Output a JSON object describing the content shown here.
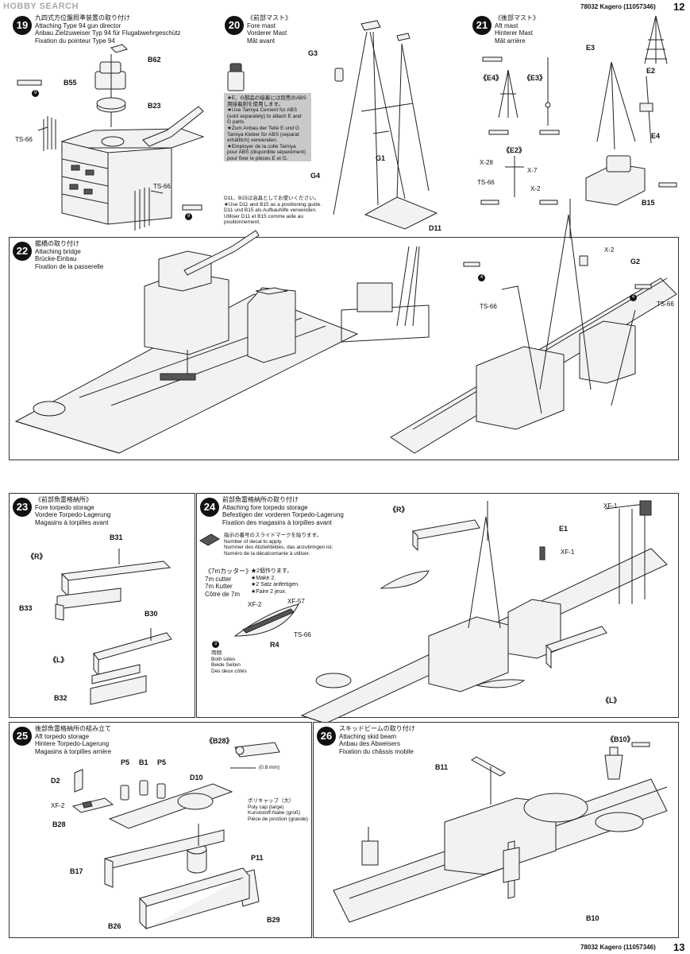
{
  "header": {
    "watermark": "HOBBY SEARCH",
    "model_top": "78032 Kagero (11057346)",
    "page_top": "12",
    "model_bottom": "78032 Kagero (11057346)",
    "page_bottom": "13"
  },
  "step19": {
    "num": "19",
    "title": "九四式方位盤照準装置の取り付け\nAttaching Type 94 gun director\nAnbau Zielzuweiser Typ 94 für Flugabwehrgeschütz\nFixation du pointeur Type 94",
    "parts": [
      "B62",
      "B55",
      "B23",
      "TS-66",
      "TS-66"
    ],
    "circ": "9"
  },
  "step20": {
    "num": "20",
    "title": "《前部マスト》\nFore mast\nVorderer Mast\nMât avant",
    "parts": [
      "G3",
      "G4",
      "G1",
      "D11"
    ],
    "note1": "★E、G部品の接着には別売のABS\n用接着剤を使用します。\n★Use Tamiya Cement for ABS\n(sold separately) to attach E and\nG parts.\n★Zum Anbau der Teile E und G\nTamiya Kleber für ABS (separat\nerhältlich) verwenden.\n★Employer de la colle Tamiya\npour ABS (disponible séparément)\npour fixer le pièces E et G.",
    "note2": "D11、B15は治具としてお使いください。\n★Use D11 and B15 as a positioning guide.\nD11 und B15 als Aufbauhilfe verwenden.\nUtiliser D11 et B15 comme aide au\npositionnement."
  },
  "step21": {
    "num": "21",
    "title": "《後部マスト》\nAft mast\nHinterer Mast\nMât arrière",
    "parts": [
      "E3",
      "E2",
      "E4",
      "B15",
      "《E4》",
      "《E3》",
      "《E2》",
      "X-28",
      "X-7",
      "TS-66",
      "X-2"
    ]
  },
  "step22": {
    "num": "22",
    "title": "艦橋の取り付け\nAttaching bridge\nBrücke-Einbau\nFixation de la passerelle",
    "parts": [
      "X-2",
      "G2",
      "TS-66",
      "TS-66"
    ],
    "circ": [
      "4",
      "4"
    ]
  },
  "step23": {
    "num": "23",
    "title": "《前部魚雷格納所》\nFore torpedo storage\nVordere Torpedo-Lagerung\nMagasins à torpilles avant",
    "parts": [
      "《R》",
      "B31",
      "B33",
      "B30",
      "《L》",
      "B32"
    ]
  },
  "step24": {
    "num": "24",
    "title": "前部魚雷格納所の取り付け\nAttaching fore torpedo storage\nBefestigen der vorderen Torpedo-Lagerung\nFixation des magasins à torpilles avant",
    "decal": "指示の番号のスライドマークを貼ります。\nNumber of decal to apply.\nNummer des Abziehbildes, das anzubringen ist.\nNuméro de la décalcomanie à utiliser.",
    "cutter": "《7mカッター》\n7m cutter\n7m Kutter\nCôtre de 7m",
    "make": "★2個作ります。\n★Make 2.\n★2 Satz anfertigen.\n★Faire 2 jeux.",
    "both": "両側\nBoth sides\nBeide Seiten\nDes deux côtés",
    "parts": [
      "XF-2",
      "XF-57",
      "R4",
      "TS-66",
      "《R》",
      "E1",
      "XF-1",
      "《L》",
      "XF-1"
    ],
    "circ": "3"
  },
  "step25": {
    "num": "25",
    "title": "後部魚雷格納所の組み立て\nAft torpedo storage\nHintere Torpedo-Lagerung\nMagasins à torpilles arrière",
    "parts": [
      "《B28》",
      "D2",
      "XF-2",
      "B28",
      "P5",
      "B1",
      "P5",
      "D10",
      "P11",
      "B17",
      "B26",
      "B29"
    ],
    "wire": "(0.8 mm)",
    "polycap": "ポリキャップ（大）\nPoly cap (large)\nKunststoff-Nabe (groß)\nPièce de jonction (grande)"
  },
  "step26": {
    "num": "26",
    "title": "スキッドビームの取り付け\nAttaching skid beam\nAnbau des Abweisers\nFixation du châssis mobile",
    "parts": [
      "《B10》",
      "B11",
      "B10"
    ]
  }
}
